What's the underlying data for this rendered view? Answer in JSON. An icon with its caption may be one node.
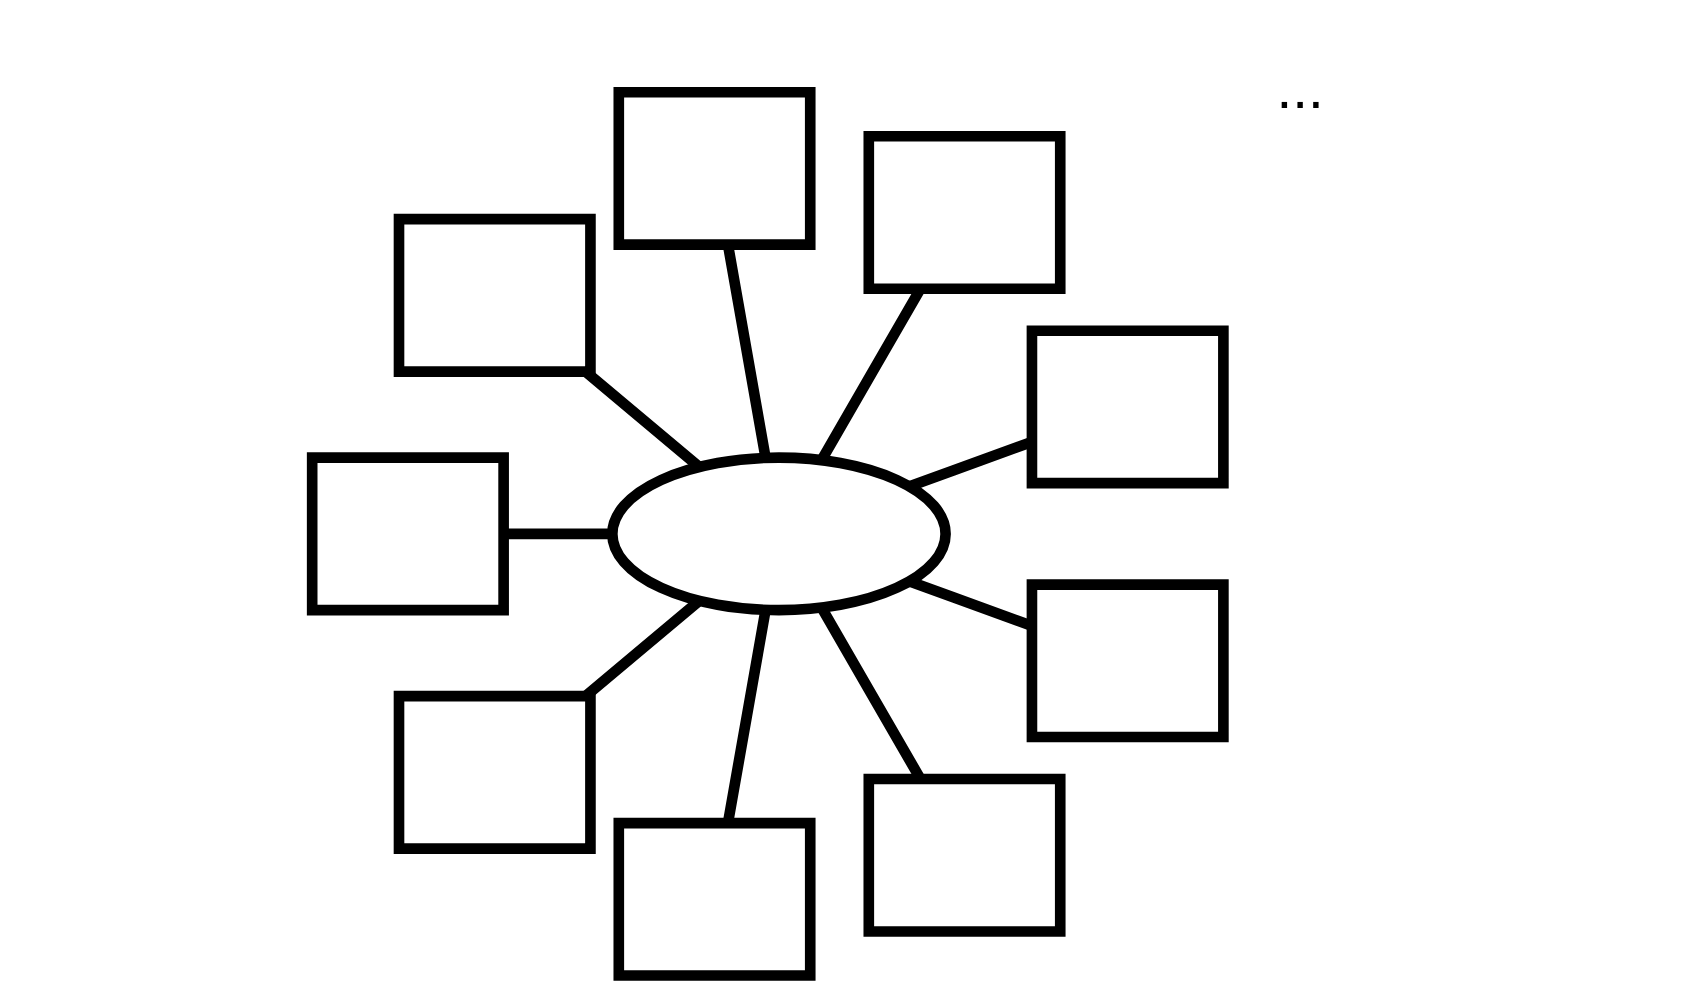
{
  "diagram": {
    "nodes": [
      {
        "text": [],
        "shape": "box"
      },
      {
        "text": [],
        "shape": "box"
      },
      {
        "text": [],
        "shape": "box"
      },
      {
        "text": [],
        "shape": "box"
      },
      {
        "text": [],
        "shape": "box"
      },
      {
        "text": [],
        "shape": "box"
      },
      {
        "text": [],
        "shape": "cloud"
      },
      {
        "text": [],
        "shape": "box"
      },
      {
        "text": [],
        "shape": "box"
      },
      {
        "text": [],
        "shape": "box"
      }
    ],
    "edges": [
      {
        "from": 6,
        "to": 0,
        "arrow": "none"
      },
      {
        "from": 6,
        "to": 1,
        "arrow": "none"
      },
      {
        "from": 6,
        "to": 2,
        "arrow": "none"
      },
      {
        "from": 6,
        "to": 3,
        "arrow": "none"
      },
      {
        "from": 6,
        "to": 4,
        "arrow": "none"
      },
      {
        "from": 6,
        "to": 5,
        "arrow": "none"
      },
      {
        "from": 6,
        "to": 7,
        "arrow": "none"
      },
      {
        "from": 6,
        "to": 8,
        "arrow": "none"
      },
      {
        "from": 6,
        "to": 9,
        "arrow": "none"
      }
    ],
    "labels": [
      "..."
    ]
  }
}
